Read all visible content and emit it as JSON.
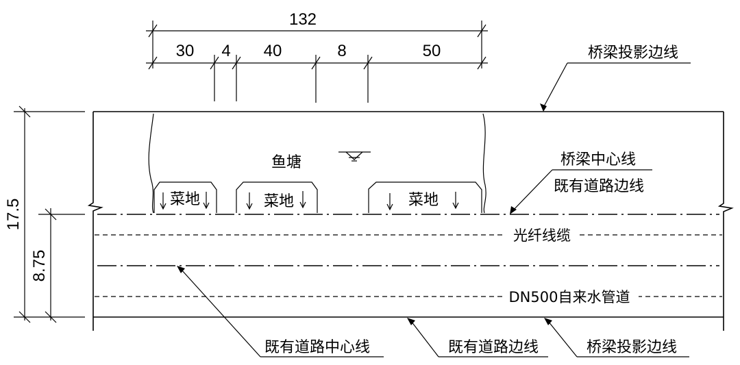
{
  "dimensions": {
    "total_width": "132",
    "segments": [
      "30",
      "4",
      "40",
      "8",
      "50"
    ],
    "height_total": "17.5",
    "height_half": "8.75"
  },
  "labels": {
    "bridge_projection_top": "桥梁投影边线",
    "fish_pond": "鱼塘",
    "bridge_centerline": "桥梁中心线",
    "existing_road_edge_top": "既有道路边线",
    "vegetable_plot": "菜地",
    "fiber_cable": "光纤线缆",
    "water_pipe": "DN500自来水管道",
    "existing_road_centerline": "既有道路中心线",
    "existing_road_edge_bottom": "既有道路边线",
    "bridge_projection_bottom": "桥梁投影边线"
  },
  "symbols": {
    "water_level": "water-level-icon",
    "downward_arrow": "down-arrow-icon"
  }
}
